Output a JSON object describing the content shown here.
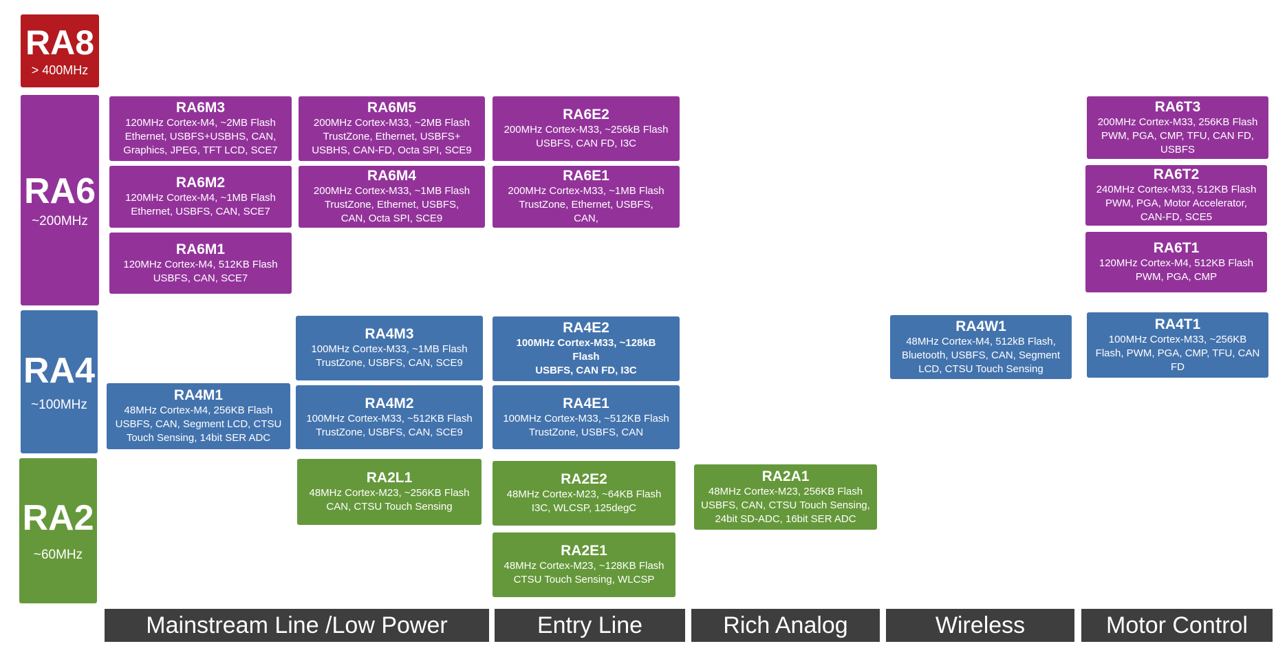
{
  "series": {
    "ra8": {
      "name": "RA8",
      "freq": "> 400MHz"
    },
    "ra6": {
      "name": "RA6",
      "freq": "~200MHz"
    },
    "ra4": {
      "name": "RA4",
      "freq": "~100MHz"
    },
    "ra2": {
      "name": "RA2",
      "freq": "~60MHz"
    }
  },
  "chips": {
    "ra6m3": {
      "name": "RA6M3",
      "desc": "120MHz Cortex-M4, ~2MB Flash\nEthernet, USBFS+USBHS, CAN,\nGraphics, JPEG, TFT LCD, SCE7"
    },
    "ra6m2": {
      "name": "RA6M2",
      "desc": "120MHz Cortex-M4, ~1MB Flash\nEthernet, USBFS, CAN, SCE7"
    },
    "ra6m1": {
      "name": "RA6M1",
      "desc": "120MHz Cortex-M4, 512KB Flash\nUSBFS, CAN, SCE7"
    },
    "ra6m5": {
      "name": "RA6M5",
      "desc": "200MHz Cortex-M33, ~2MB Flash\nTrustZone, Ethernet, USBFS+\nUSBHS, CAN-FD, Octa SPI, SCE9"
    },
    "ra6m4": {
      "name": "RA6M4",
      "desc": "200MHz Cortex-M33, ~1MB Flash\nTrustZone, Ethernet, USBFS,\nCAN, Octa SPI, SCE9"
    },
    "ra6e2": {
      "name": "RA6E2",
      "desc": "200MHz Cortex-M33, ~256kB Flash\nUSBFS, CAN FD, I3C"
    },
    "ra6e1": {
      "name": "RA6E1",
      "desc": "200MHz Cortex-M33, ~1MB Flash\nTrustZone, Ethernet, USBFS,\nCAN,"
    },
    "ra6t3": {
      "name": "RA6T3",
      "desc": "200MHz Cortex-M33, 256KB Flash\nPWM, PGA, CMP, TFU, CAN FD,\nUSBFS"
    },
    "ra6t2": {
      "name": "RA6T2",
      "desc": "240MHz Cortex-M33, 512KB Flash\nPWM, PGA, Motor Accelerator,\nCAN-FD, SCE5"
    },
    "ra6t1": {
      "name": "RA6T1",
      "desc": "120MHz Cortex-M4, 512KB Flash\nPWM, PGA, CMP"
    },
    "ra4m3": {
      "name": "RA4M3",
      "desc": "100MHz Cortex-M33, ~1MB Flash\nTrustZone, USBFS, CAN, SCE9"
    },
    "ra4m2": {
      "name": "RA4M2",
      "desc": "100MHz Cortex-M33, ~512KB Flash\nTrustZone, USBFS, CAN, SCE9"
    },
    "ra4m1": {
      "name": "RA4M1",
      "desc": "48MHz Cortex-M4, 256KB Flash\nUSBFS, CAN, Segment LCD, CTSU\nTouch Sensing, 14bit SER ADC"
    },
    "ra4e2": {
      "name": "RA4E2",
      "desc": "100MHz Cortex-M33, ~128kB\nFlash\nUSBFS, CAN FD, I3C"
    },
    "ra4e1": {
      "name": "RA4E1",
      "desc": "100MHz Cortex-M33, ~512KB Flash\nTrustZone, USBFS, CAN"
    },
    "ra4w1": {
      "name": "RA4W1",
      "desc": "48MHz Cortex-M4, 512kB Flash,\nBluetooth, USBFS, CAN, Segment\nLCD, CTSU Touch Sensing"
    },
    "ra4t1": {
      "name": "RA4T1",
      "desc": "100MHz Cortex-M33, ~256KB\nFlash, PWM, PGA, CMP, TFU, CAN\nFD"
    },
    "ra2l1": {
      "name": "RA2L1",
      "desc": "48MHz Cortex-M23, ~256KB Flash\nCAN, CTSU Touch Sensing"
    },
    "ra2e2": {
      "name": "RA2E2",
      "desc": "48MHz Cortex-M23, ~64KB Flash\nI3C, WLCSP, 125degC"
    },
    "ra2e1": {
      "name": "RA2E1",
      "desc": "48MHz Cortex-M23, ~128KB Flash\nCTSU Touch Sensing, WLCSP"
    },
    "ra2a1": {
      "name": "RA2A1",
      "desc": "48MHz Cortex-M23, 256KB Flash\nUSBFS, CAN, CTSU Touch Sensing,\n24bit SD-ADC, 16bit SER ADC"
    }
  },
  "categories": {
    "mainstream": "Mainstream Line /Low Power",
    "entry": "Entry Line",
    "analog": "Rich Analog",
    "wireless": "Wireless",
    "motor": "Motor Control"
  }
}
